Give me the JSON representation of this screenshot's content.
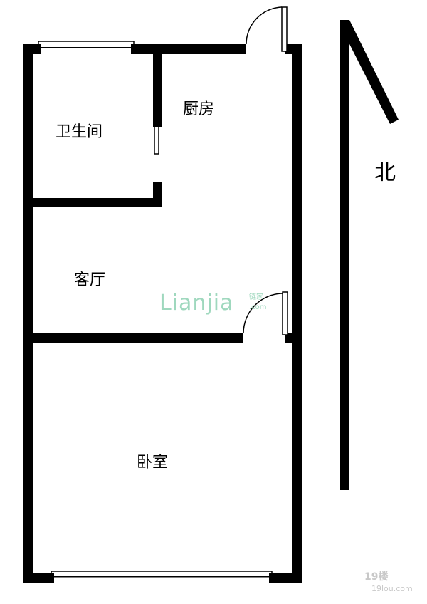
{
  "floor_plan": {
    "rooms": {
      "bathroom": "卫生间",
      "kitchen": "厨房",
      "living_room": "客厅",
      "bedroom": "卧室"
    },
    "north_label": "北"
  },
  "watermark": {
    "text": "Lianjia",
    "subtext": "链家",
    "domain": ".com"
  },
  "site_logo": {
    "text": "19楼",
    "url": "19lou.com"
  },
  "colors": {
    "wall": "#000000",
    "background": "#ffffff",
    "watermark": "#9fd8be",
    "site_logo": "#c8c8c8"
  }
}
